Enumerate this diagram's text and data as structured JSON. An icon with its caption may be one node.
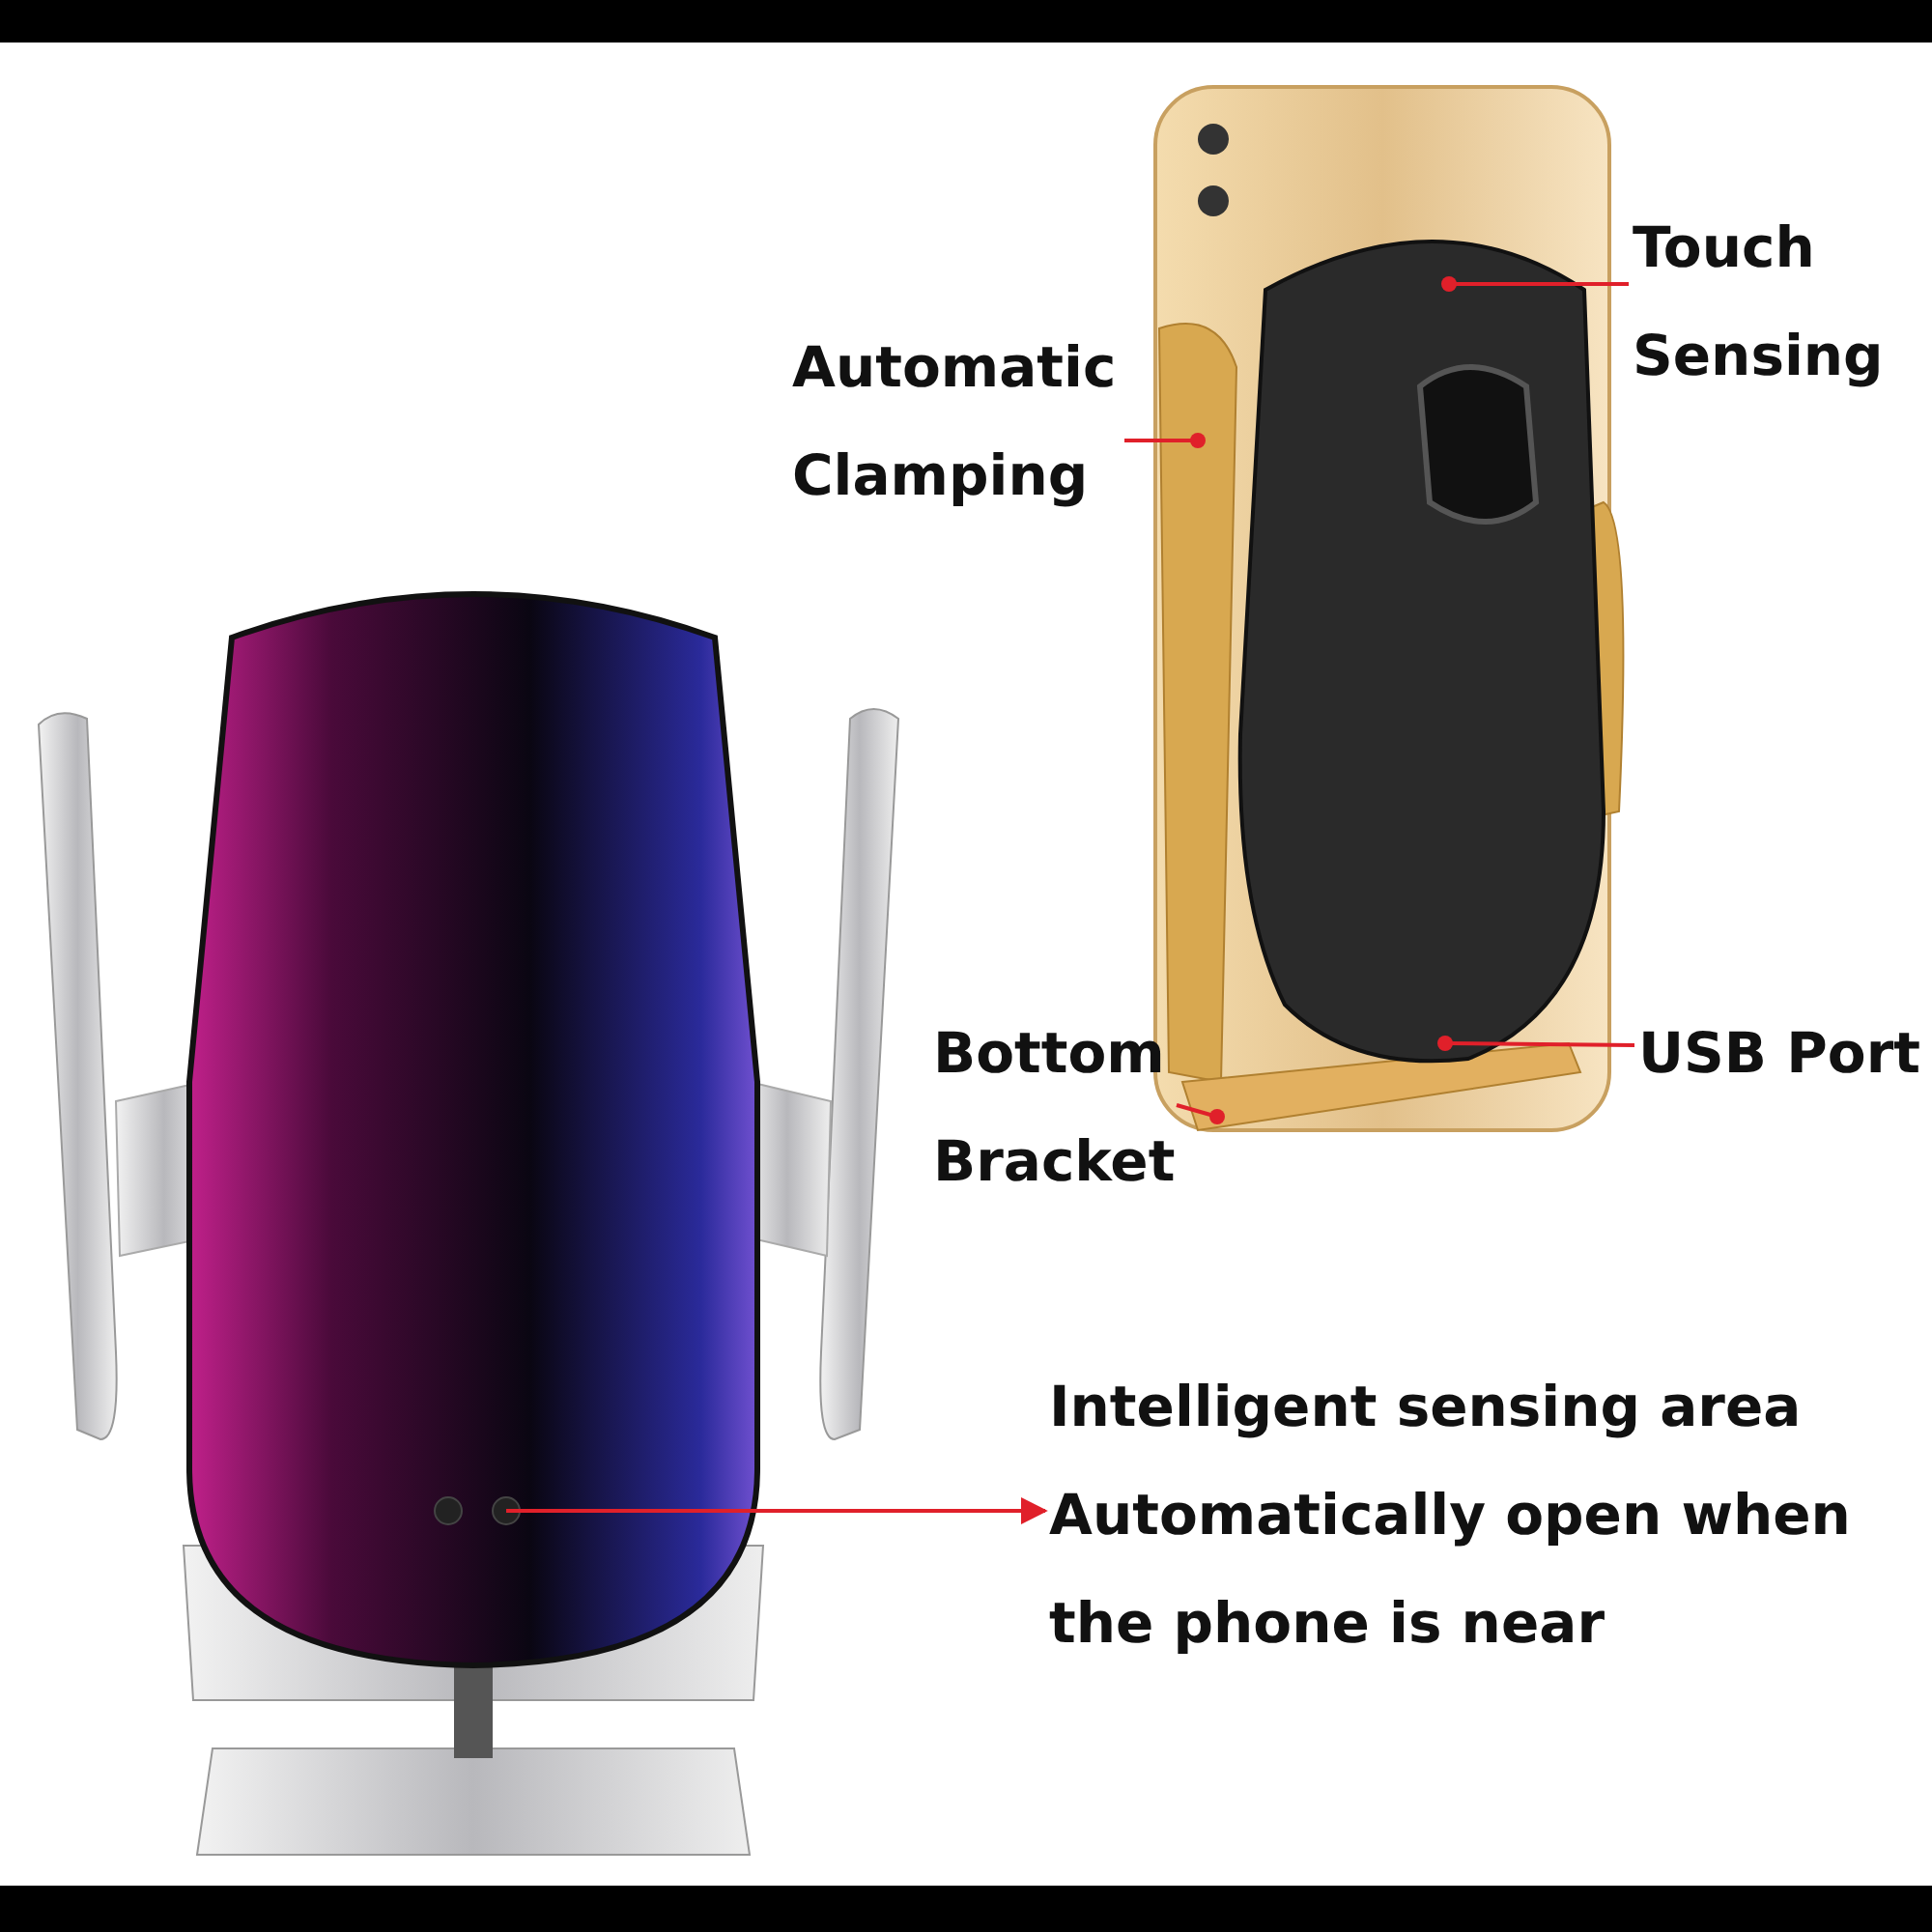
{
  "diagram": {
    "nodes": [
      {
        "text": [
          "Touch Sensing"
        ]
      },
      {
        "text": [
          "Automatic Clamping"
        ]
      },
      {
        "text": [
          "Bottom Bracket"
        ]
      },
      {
        "text": [
          "USB Port"
        ]
      },
      {
        "text": [
          "Intelligent sensing area",
          "Automatically open when the phone is near"
        ]
      }
    ],
    "edges": [
      {
        "from": 0,
        "to": null,
        "arrow": "other"
      },
      {
        "from": 1,
        "to": null,
        "arrow": "other"
      },
      {
        "from": 2,
        "to": null,
        "arrow": "other"
      },
      {
        "from": 3,
        "to": null,
        "arrow": "other"
      },
      {
        "from": null,
        "to": 4,
        "arrow": "to"
      }
    ]
  }
}
